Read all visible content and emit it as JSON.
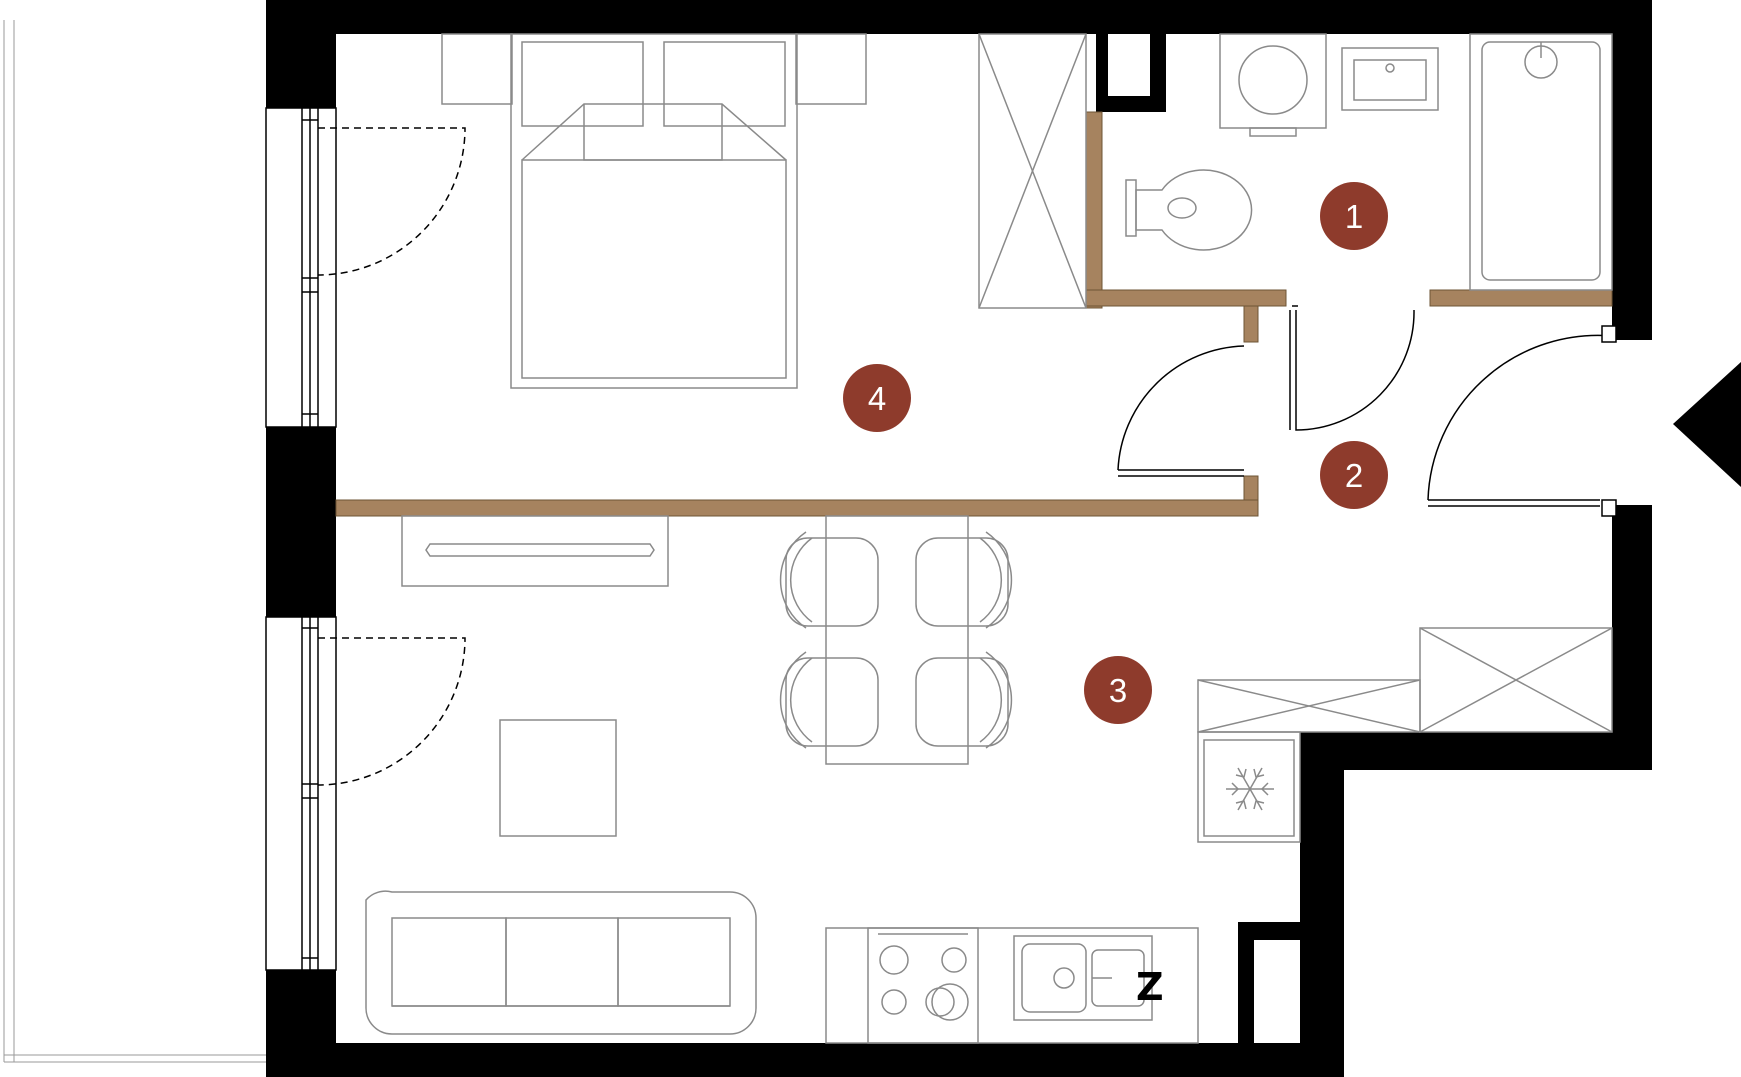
{
  "rooms": [
    {
      "id": "bathroom",
      "number": "1"
    },
    {
      "id": "hall",
      "number": "2"
    },
    {
      "id": "living-kitchen",
      "number": "3"
    },
    {
      "id": "bedroom",
      "number": "4"
    }
  ],
  "kitchen_marker": "Z",
  "icons": {
    "entrance": "entrance-arrow-icon",
    "freezer": "snowflake-icon"
  },
  "colors": {
    "wall": "#000000",
    "partition": "#a6835f",
    "room_badge": "#8e3b2c",
    "furniture_line": "#8a8a8a",
    "badge_text": "#ffffff"
  }
}
